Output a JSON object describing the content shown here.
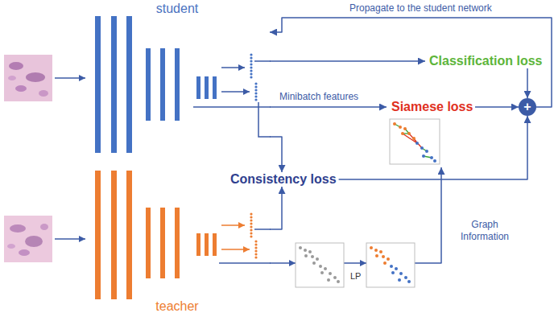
{
  "diagram": {
    "nodes": [
      {
        "text": [
          "student"
        ]
      },
      {
        "text": [
          "teacher"
        ]
      },
      {
        "text": [
          "Classification loss"
        ]
      },
      {
        "text": [
          "Siamese loss"
        ]
      },
      {
        "text": [
          "Consistency loss"
        ]
      },
      {
        "text": [
          "+"
        ]
      }
    ],
    "edges": [
      {
        "from": 0,
        "to": 2,
        "arrow": "to"
      },
      {
        "from": 0,
        "to": 3,
        "label": "Minibatch features",
        "arrow": "to"
      },
      {
        "from": 0,
        "to": 4,
        "arrow": "to"
      },
      {
        "from": 1,
        "to": 4,
        "arrow": "to"
      },
      {
        "from": 1,
        "to": 3,
        "label": "Graph Information",
        "arrow": "to"
      },
      {
        "from": 2,
        "to": 5,
        "arrow": "to"
      },
      {
        "from": 3,
        "to": 5,
        "arrow": "to"
      },
      {
        "from": 4,
        "to": 5,
        "arrow": "to"
      },
      {
        "from": 5,
        "to": 0,
        "label": "Propagate to the student network",
        "arrow": "to"
      }
    ],
    "labels": [
      "LP"
    ]
  }
}
